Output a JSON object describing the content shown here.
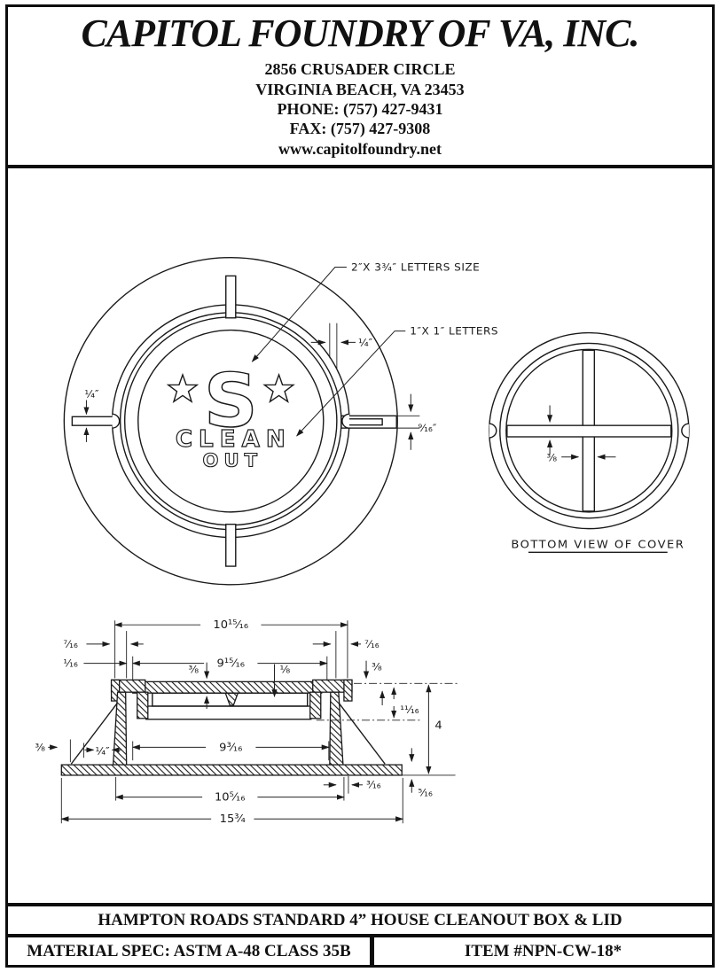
{
  "header": {
    "company": "CAPITOL FOUNDRY OF VA, INC.",
    "address_line1": "2856 CRUSADER CIRCLE",
    "address_line2": "VIRGINIA BEACH, VA 23453",
    "phone": "PHONE: (757) 427-9431",
    "fax": "FAX: (757) 427-9308",
    "website": "www.capitolfoundry.net"
  },
  "drawing": {
    "plan_view": {
      "callout_large_letters": "2″X 3¾″ LETTERS  SIZE",
      "callout_small_letters": "1″X 1″ LETTERS",
      "dim_top_gap": "¼″",
      "dim_left_lug": "¼″",
      "dim_right_slot": "⁹⁄₁₆″",
      "cover_letter": "S",
      "cover_word_line1": "CLEAN",
      "cover_word_line2": "OUT"
    },
    "bottom_view": {
      "dim_rib_thickness": "³⁄₈",
      "caption": "BOTTOM VIEW OF COVER"
    },
    "section_view": {
      "dim_frame_top_width": "10¹⁵⁄₁₆",
      "dim_seat_width": "9¹⁵⁄₁₆",
      "dim_left_lip": "⁷⁄₁₆",
      "dim_left_gap": "¹⁄₁₆",
      "dim_lid_thickness": "³⁄₈",
      "dim_lid_clearance": "¹⁄₈",
      "dim_right_lip": "⁷⁄₁₆",
      "dim_right_step": "³⁄₈",
      "dim_seat_depth": "¹¹⁄₁₆",
      "dim_overall_height": "4",
      "dim_wall_bottom_span": "9³⁄₁₆",
      "dim_wall_thickness": "¼″",
      "dim_base_overhang": "³⁄₈",
      "dim_base_lip": "³⁄₁₆",
      "dim_base_thickness": "⁵⁄₁₆",
      "dim_base_span": "10⁵⁄₁₆",
      "dim_overall_width": "15³⁄₄"
    }
  },
  "footer": {
    "title": "HAMPTON ROADS STANDARD 4” HOUSE CLEANOUT BOX & LID",
    "material_spec": "MATERIAL SPEC:  ASTM A-48 CLASS 35B",
    "item_number": "ITEM #NPN-CW-18*"
  }
}
